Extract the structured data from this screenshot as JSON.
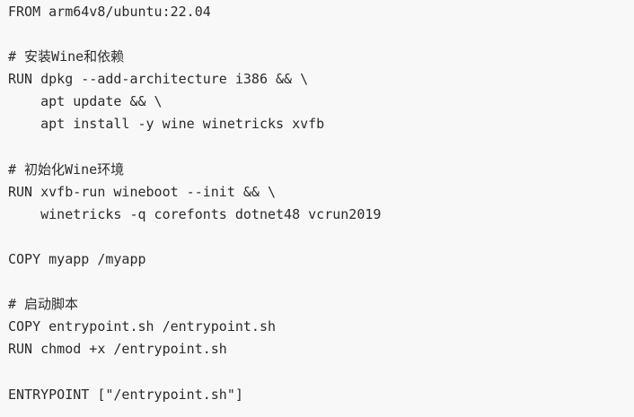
{
  "code": {
    "lines": [
      "FROM arm64v8/ubuntu:22.04",
      "",
      "# 安装Wine和依赖",
      "RUN dpkg --add-architecture i386 && \\",
      "    apt update && \\",
      "    apt install -y wine winetricks xvfb",
      "",
      "# 初始化Wine环境",
      "RUN xvfb-run wineboot --init && \\",
      "    winetricks -q corefonts dotnet48 vcrun2019",
      "",
      "COPY myapp /myapp",
      "",
      "# 启动脚本",
      "COPY entrypoint.sh /entrypoint.sh",
      "RUN chmod +x /entrypoint.sh",
      "",
      "ENTRYPOINT [\"/entrypoint.sh\"]"
    ]
  }
}
